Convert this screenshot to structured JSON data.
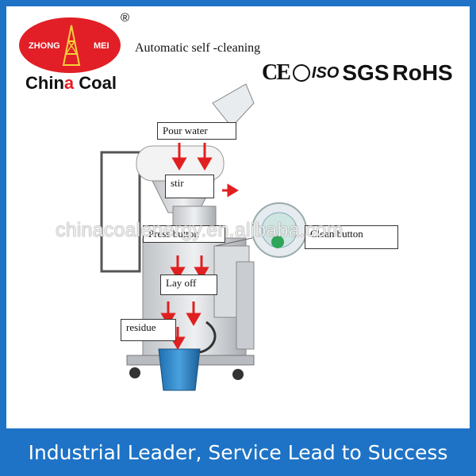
{
  "logo": {
    "left_word": "ZHONG",
    "right_word": "MEI",
    "registered": "®",
    "company_prefix": "Chin",
    "company_highlight": "a",
    "company_suffix": " Coal",
    "brand_color": "#e21f26"
  },
  "heading": "Automatic self -cleaning",
  "certifications": {
    "ce": "CE",
    "iso": "ISO",
    "sgs": "SGS",
    "rohs": "RoHS"
  },
  "labels": {
    "pour_water": "Pour water",
    "stir": "stir",
    "press_button": "Press button",
    "clean_button": "Clean button",
    "lay_off": "Lay off",
    "residue": "residue"
  },
  "watermark": "chinacoalenergy.en.alibaba.com",
  "banner": "Industrial Leader, Service Lead to Success",
  "colors": {
    "accent_blue": "#1e73c6",
    "arrow_red": "#e02020",
    "bin_blue": "#2f86c8"
  }
}
